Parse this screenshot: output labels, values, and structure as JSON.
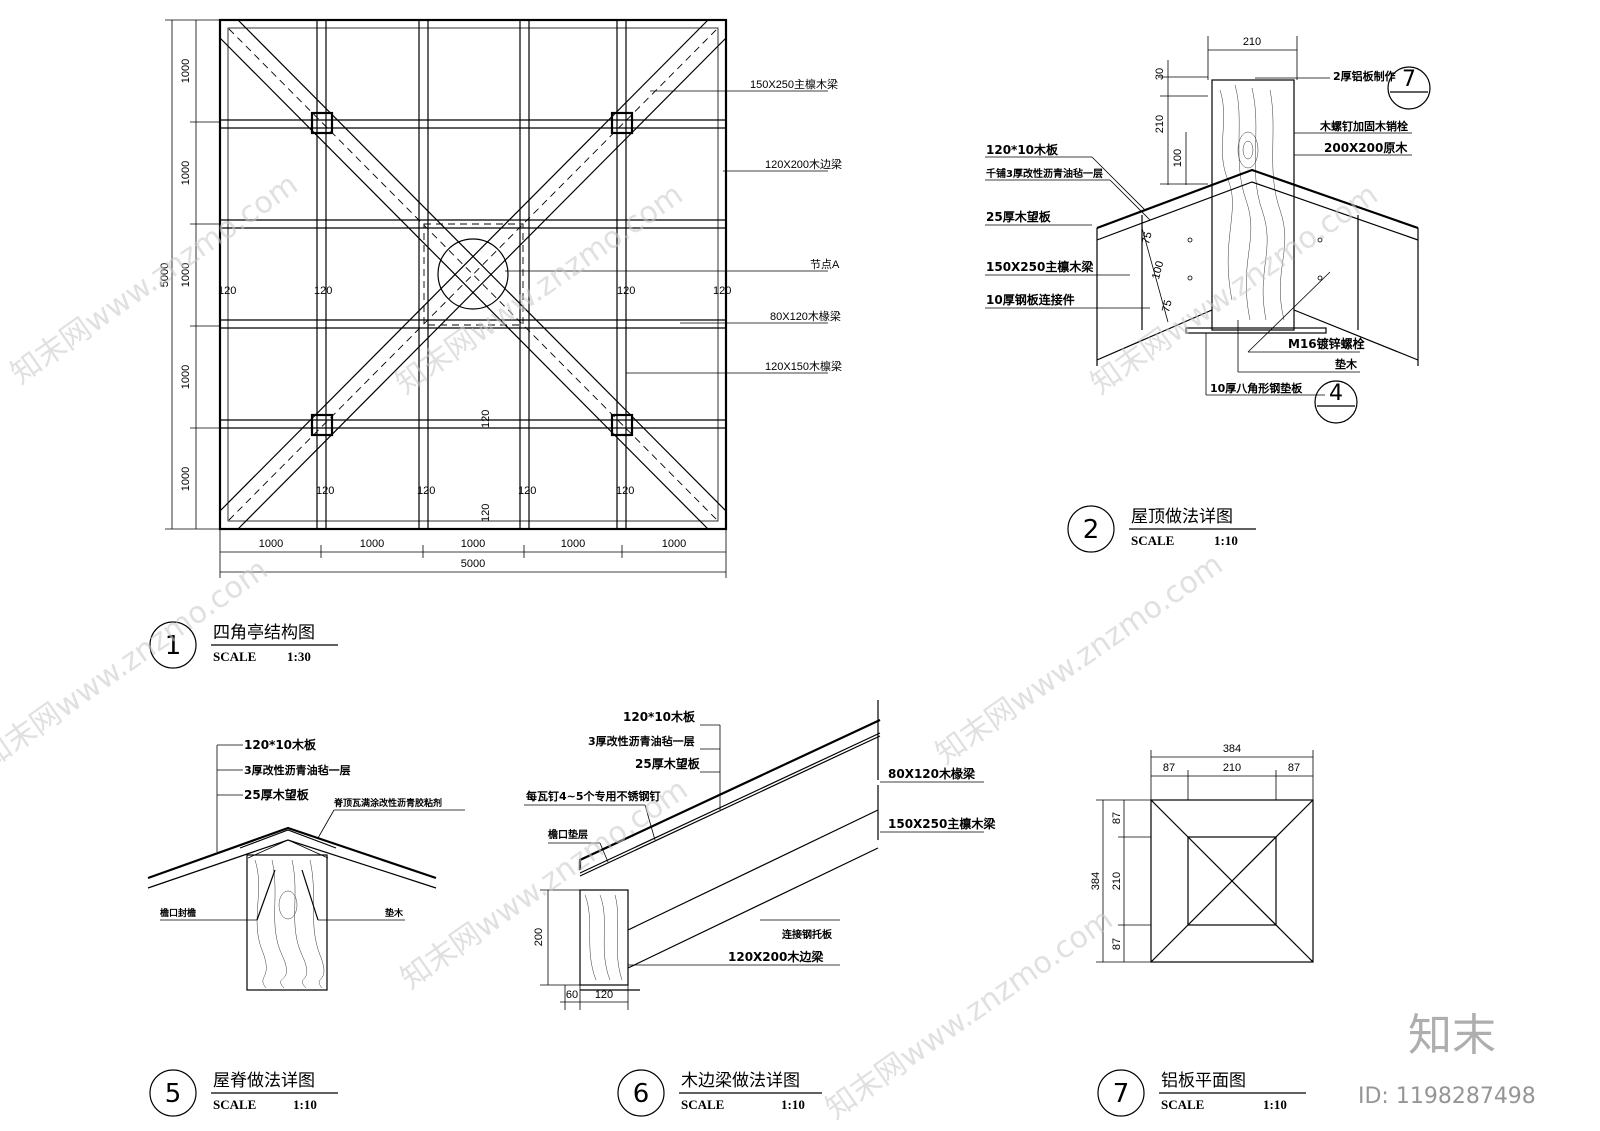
{
  "plan": {
    "dims_left": [
      "1000",
      "1000",
      "1000",
      "1000",
      "1000"
    ],
    "dim_left_total": "5000",
    "dims_bottom": [
      "1000",
      "1000",
      "1000",
      "1000",
      "1000"
    ],
    "dim_bottom_total": "5000",
    "labels": [
      "150X250主檩木梁",
      "120X200木边梁",
      "节点A",
      "80X120木椽梁",
      "120X150木檩梁"
    ],
    "small_dims": [
      "120",
      "120",
      "120",
      "120",
      "120",
      "120",
      "120",
      "120",
      "120",
      "120"
    ]
  },
  "roof_detail": {
    "dim_top": "210",
    "dims_vertical": [
      "30",
      "210",
      "100"
    ],
    "labels_left": [
      "120*10木板",
      "千铺3厚改性沥青油毡一层",
      "25厚木望板",
      "150X250主檩木梁",
      "10厚钢板连接件"
    ],
    "labels_right": [
      "2厚铝板制作",
      "木螺钉加固木销栓",
      "200X200原木",
      "M16镀锌螺栓",
      "垫木",
      "10厚八角形钢垫板"
    ],
    "side_dims": [
      "75",
      "100",
      "75"
    ],
    "ref7": "7",
    "ref4": "4"
  },
  "ridge_detail": {
    "labels": [
      "120*10木板",
      "3厚改性沥青油毡一层",
      "25厚木望板",
      "脊顶瓦满涂改性沥青胶粘剂",
      "檐口封檐",
      "垫木"
    ]
  },
  "beam_detail": {
    "labels": [
      "120*10木板",
      "3厚改性沥青油毡一层",
      "25厚木望板",
      "每瓦钉4~5个专用不锈钢钉",
      "檐口垫层",
      "80X120木椽梁",
      "150X250主檩木梁",
      "连接钢托板",
      "120X200木边梁"
    ],
    "dims": [
      "200",
      "60",
      "120"
    ]
  },
  "plate_detail": {
    "dim_top": "384",
    "dims_top": [
      "87",
      "210",
      "87"
    ],
    "dim_left": "384",
    "dims_left": [
      "87",
      "210",
      "87"
    ]
  },
  "titles": [
    {
      "num": "1",
      "name": "四角亭结构图",
      "scale_label": "SCALE",
      "scale": "1:30"
    },
    {
      "num": "2",
      "name": "屋顶做法详图",
      "scale_label": "SCALE",
      "scale": "1:10"
    },
    {
      "num": "5",
      "name": "屋脊做法详图",
      "scale_label": "SCALE",
      "scale": "1:10"
    },
    {
      "num": "6",
      "name": "木边梁做法详图",
      "scale_label": "SCALE",
      "scale": "1:10"
    },
    {
      "num": "7",
      "name": "铝板平面图",
      "scale_label": "SCALE",
      "scale": "1:10"
    }
  ],
  "watermark": {
    "text": "知末网www.znzmo.com",
    "logo": "知末",
    "id": "ID: 1198287498"
  }
}
